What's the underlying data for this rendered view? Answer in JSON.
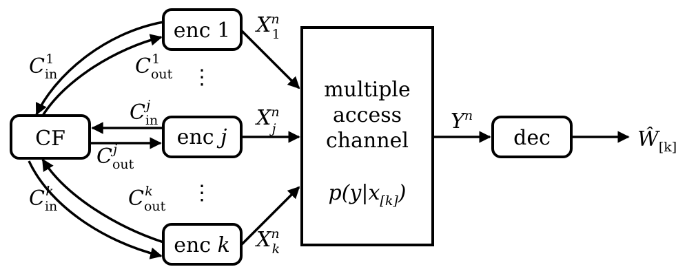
{
  "blocks": {
    "cf": "CF",
    "enc1": {
      "text": "enc",
      "index": "1"
    },
    "encj": {
      "text": "enc",
      "index": "j"
    },
    "enck": {
      "text": "enc",
      "index": "k"
    },
    "channel": {
      "line1": "multiple",
      "line2": "access",
      "line3": "channel"
    },
    "dec": "dec"
  },
  "channel_law": {
    "p": "p(y|x",
    "sub": "[k]",
    "close": ")"
  },
  "signals": {
    "x1": {
      "base": "X",
      "sup": "n",
      "sub": "1"
    },
    "xj": {
      "base": "X",
      "sup": "n",
      "sub": "j"
    },
    "xk": {
      "base": "X",
      "sup": "n",
      "sub": "k"
    },
    "y": {
      "base": "Y",
      "sup": "n"
    },
    "w": {
      "base": "Ŵ",
      "sub": "[k]"
    }
  },
  "links": {
    "cin1": {
      "base": "C",
      "sub": "in",
      "sup": "1"
    },
    "cout1": {
      "base": "C",
      "sub": "out",
      "sup": "1"
    },
    "cinj": {
      "base": "C",
      "sub": "in",
      "sup": "j"
    },
    "coutj": {
      "base": "C",
      "sub": "out",
      "sup": "j"
    },
    "cink": {
      "base": "C",
      "sub": "in",
      "sup": "k"
    },
    "coutk": {
      "base": "C",
      "sub": "out",
      "sup": "k"
    }
  },
  "ellipsis": "⋮"
}
